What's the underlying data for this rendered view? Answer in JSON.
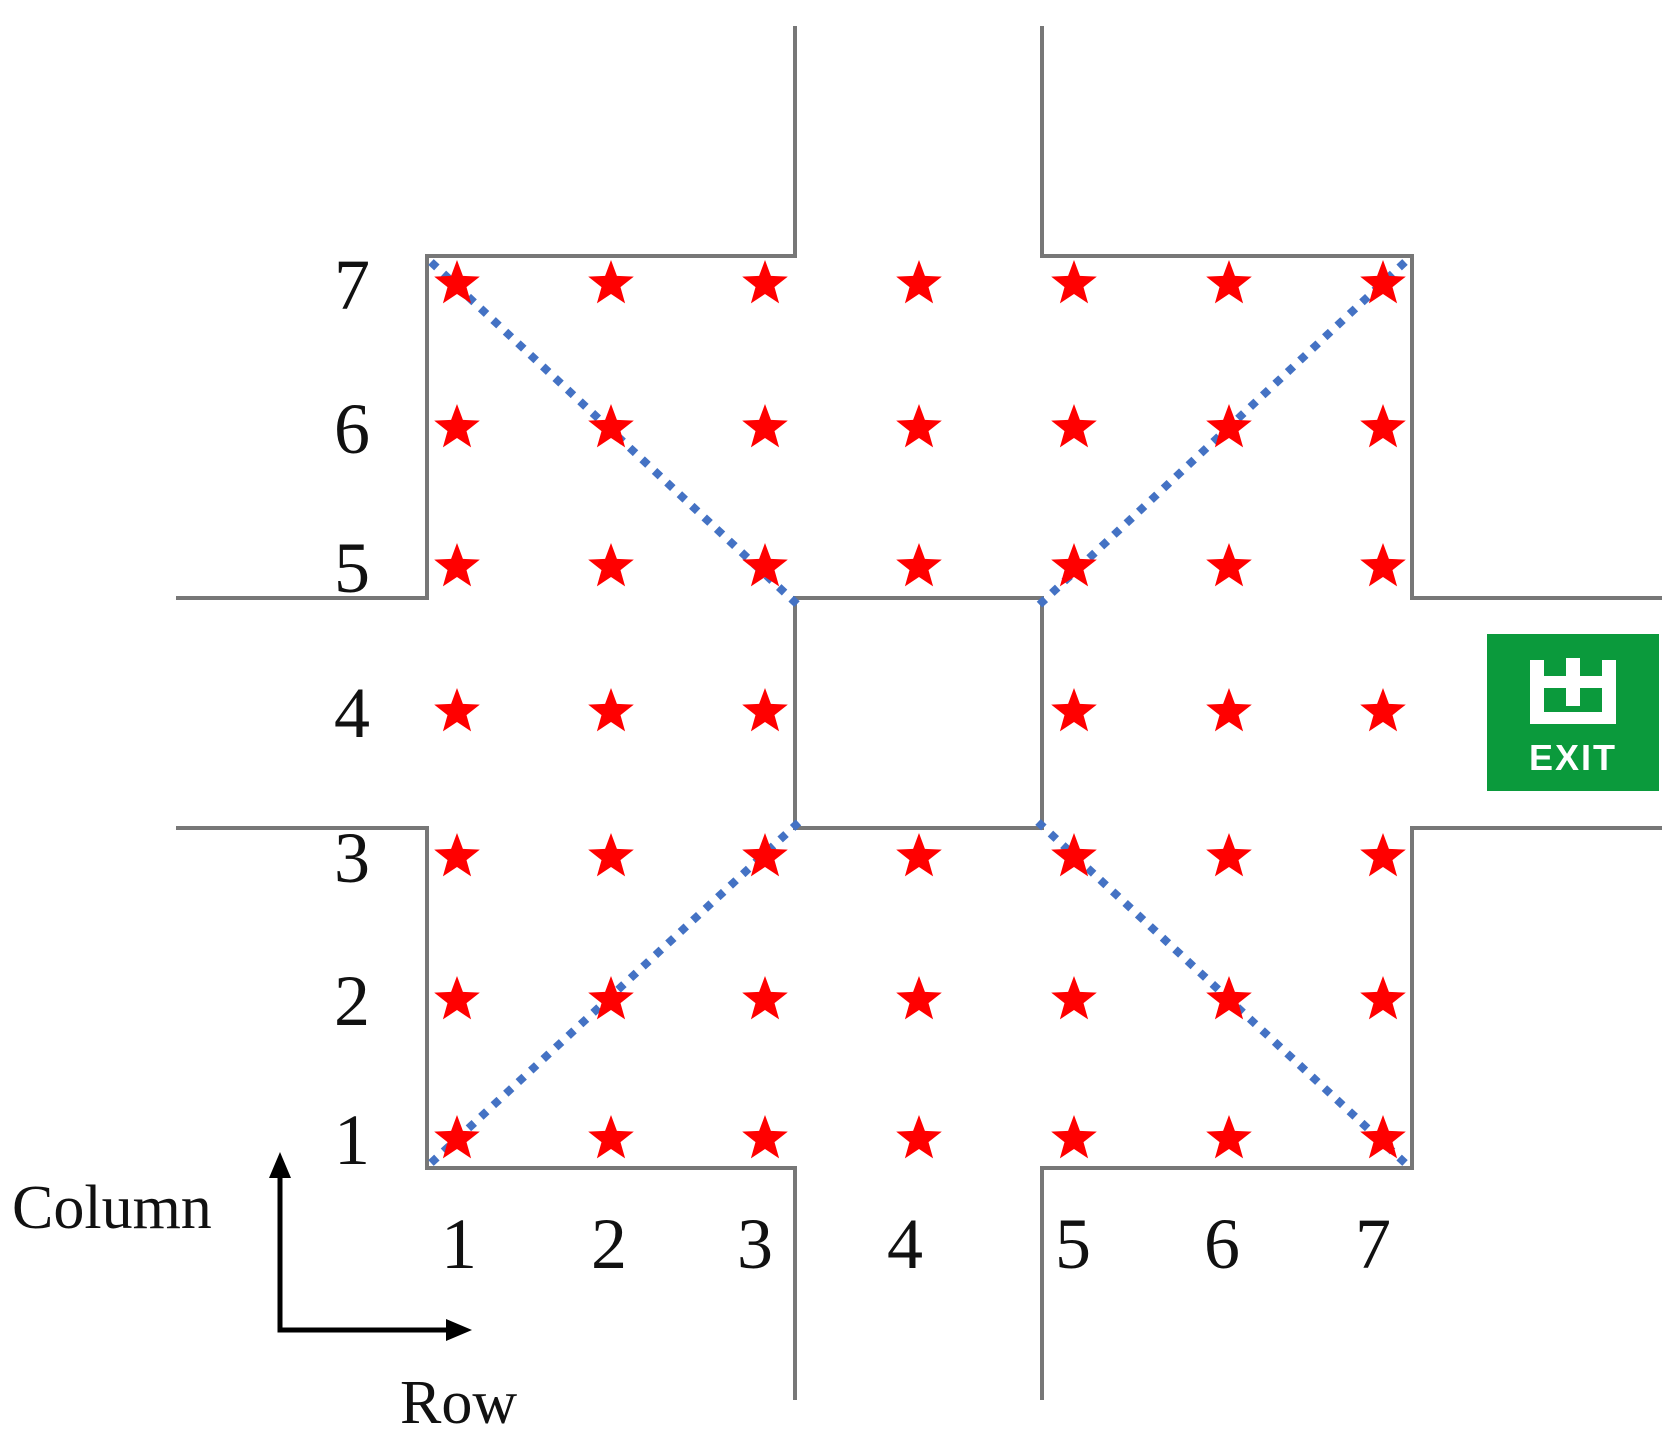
{
  "axes": {
    "column_label": "Column",
    "row_label": "Row",
    "column_numbers": [
      "1",
      "2",
      "3",
      "4",
      "5",
      "6",
      "7"
    ],
    "row_numbers": [
      "1",
      "2",
      "3",
      "4",
      "5",
      "6",
      "7"
    ]
  },
  "exit_sign": {
    "text": "EXIT",
    "color": "#0b9a3c",
    "icon": "exit-glyph"
  },
  "grid": {
    "rows": 7,
    "columns": 7,
    "marker": "star",
    "marker_color": "#ff0000",
    "excluded": [
      [
        4,
        4
      ]
    ]
  },
  "colors": {
    "walls": "#777777",
    "diagonals": "#4472c4",
    "axis_arrows": "#000000"
  }
}
